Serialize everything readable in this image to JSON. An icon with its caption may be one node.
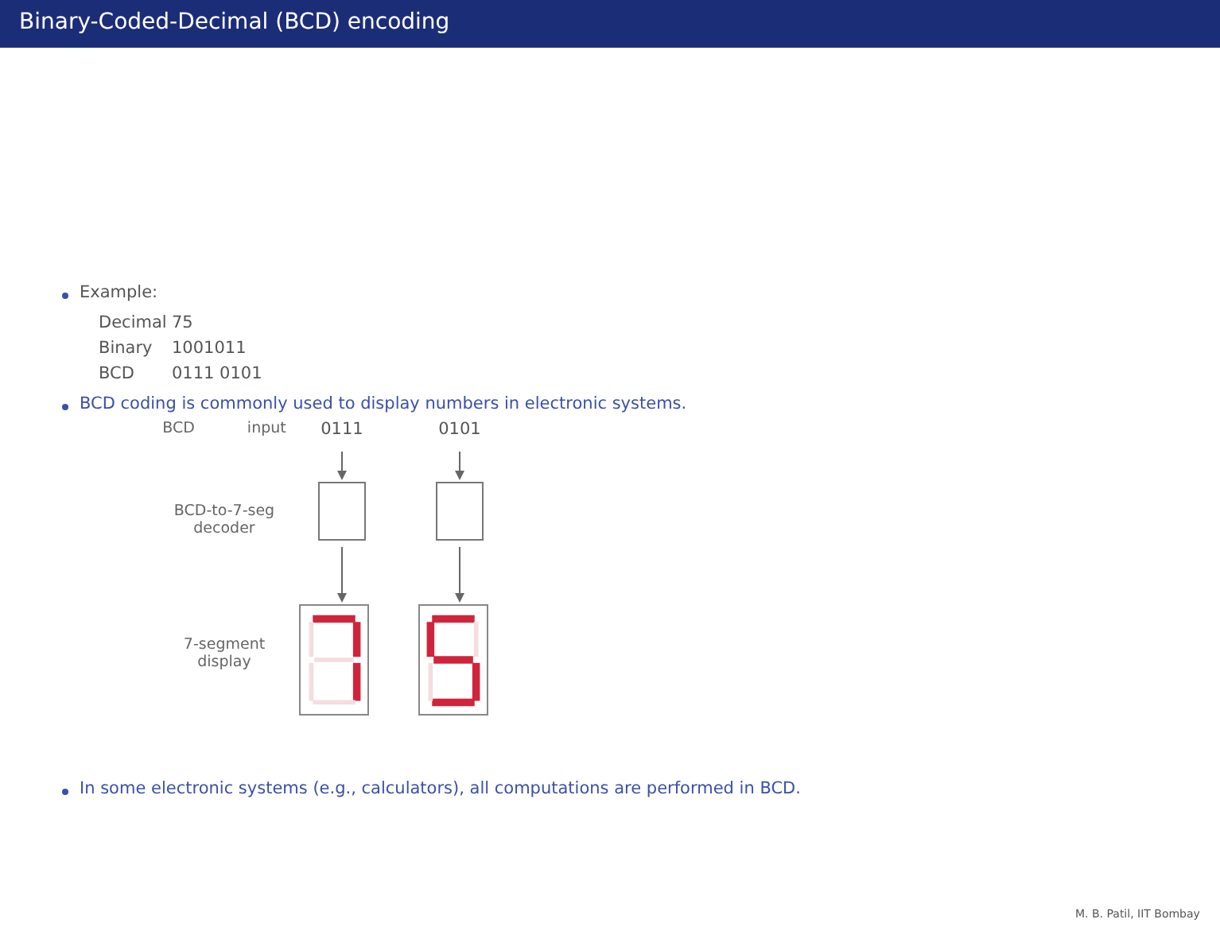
{
  "diagram": {
    "title": "Binary-Coded-Decimal (BCD) encoding",
    "nodes": [
      {
        "text": [
          "0111"
        ]
      },
      {
        "text": [
          "0101"
        ]
      },
      {
        "text": [],
        "shape": "box"
      },
      {
        "text": [],
        "shape": "box"
      },
      {
        "text": [],
        "shape": "box"
      },
      {
        "text": [],
        "shape": "box"
      }
    ],
    "edges": [
      {
        "from": 0,
        "to": 2,
        "arrow": "to"
      },
      {
        "from": 1,
        "to": 3,
        "arrow": "to"
      },
      {
        "from": 2,
        "to": 4,
        "arrow": "to"
      },
      {
        "from": 3,
        "to": 5,
        "arrow": "to"
      }
    ],
    "labels": [
      "Example:",
      "Decimal",
      "75",
      "Binary",
      "1001011",
      "BCD",
      "0111 0101",
      "BCD coding is commonly used to display numbers in electronic systems.",
      "BCD input",
      "BCD-to-7-seg decoder",
      "7-segment display",
      "In some electronic systems (e.g., calculators), all computations are performed in BCD.",
      "M. B. Patil, IIT Bombay"
    ]
  }
}
